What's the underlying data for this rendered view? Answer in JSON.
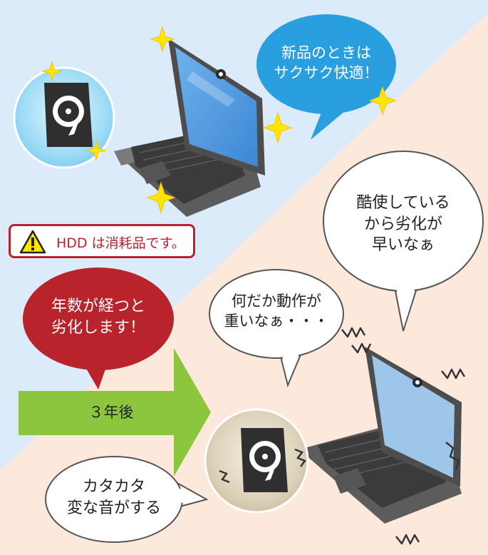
{
  "warning": {
    "label": "HDD は消耗品です。"
  },
  "bubble_new": {
    "line1": "新品のときは",
    "line2": "サクサク快適！"
  },
  "bubble_red": {
    "line1": "年数が経つと",
    "line2": "劣化します！"
  },
  "arrow": {
    "label": "３年後"
  },
  "bubble_slow": {
    "line1": "何だか動作が",
    "line2": "重いなぁ・・・"
  },
  "bubble_degrade": {
    "line1": "酷使している",
    "line2": "から劣化が",
    "line3": "早いなぁ"
  },
  "bubble_noise": {
    "line1": "カタカタ",
    "line2": "変な音がする"
  },
  "colors": {
    "sky": "#dcebfa",
    "peach": "#fde8dc",
    "bubble_blue": "#2a9fe0",
    "red": "#b8232c",
    "arrow_green": "#8cc63f",
    "sparkle": "#ffe500"
  }
}
